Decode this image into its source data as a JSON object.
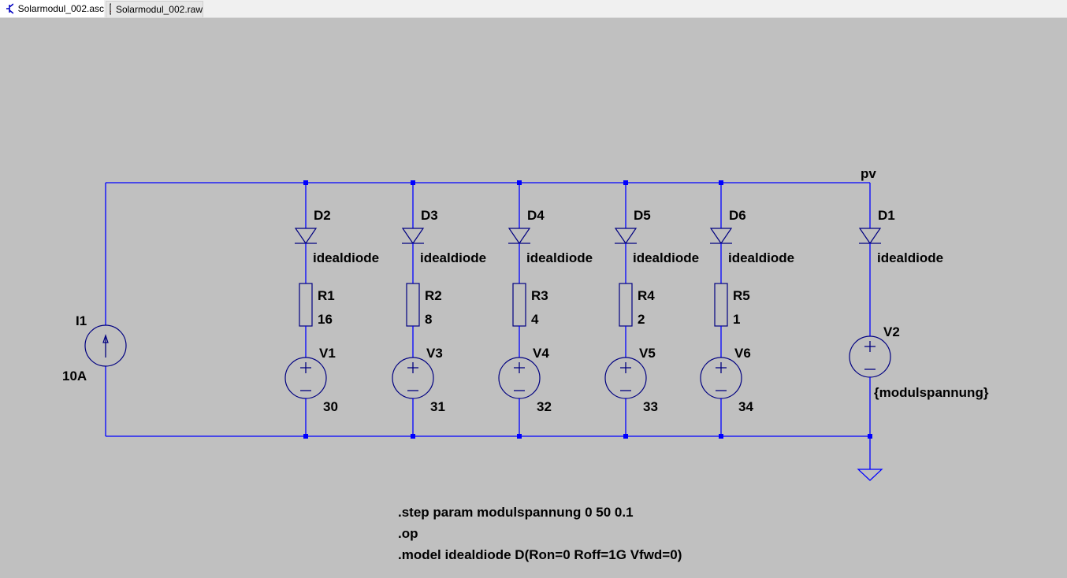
{
  "tabs": [
    {
      "label": "Solarmodul_002.asc",
      "icon": "schematic-icon"
    },
    {
      "label": "Solarmodul_002.raw",
      "icon": "waveform-icon"
    }
  ],
  "colors": {
    "wire": "#0000ff",
    "symbol": "#000080",
    "background": "#c0c0c0"
  },
  "current_source": {
    "name": "I1",
    "value": "10A"
  },
  "net_label": "pv",
  "branches": [
    {
      "diode": "D2",
      "model": "idealdiode",
      "resistor": "R1",
      "r_value": "16",
      "source": "V1",
      "v_value": "30"
    },
    {
      "diode": "D3",
      "model": "idealdiode",
      "resistor": "R2",
      "r_value": "8",
      "source": "V3",
      "v_value": "31"
    },
    {
      "diode": "D4",
      "model": "idealdiode",
      "resistor": "R3",
      "r_value": "4",
      "source": "V4",
      "v_value": "32"
    },
    {
      "diode": "D5",
      "model": "idealdiode",
      "resistor": "R4",
      "r_value": "2",
      "source": "V5",
      "v_value": "33"
    },
    {
      "diode": "D6",
      "model": "idealdiode",
      "resistor": "R5",
      "r_value": "1",
      "source": "V6",
      "v_value": "34"
    }
  ],
  "module": {
    "diode": "D1",
    "model": "idealdiode",
    "source": "V2",
    "v_value": "{modulspannung}"
  },
  "directives": [
    ".step param modulspannung 0 50 0.1",
    ".op",
    ".model idealdiode D(Ron=0 Roff=1G Vfwd=0)"
  ]
}
